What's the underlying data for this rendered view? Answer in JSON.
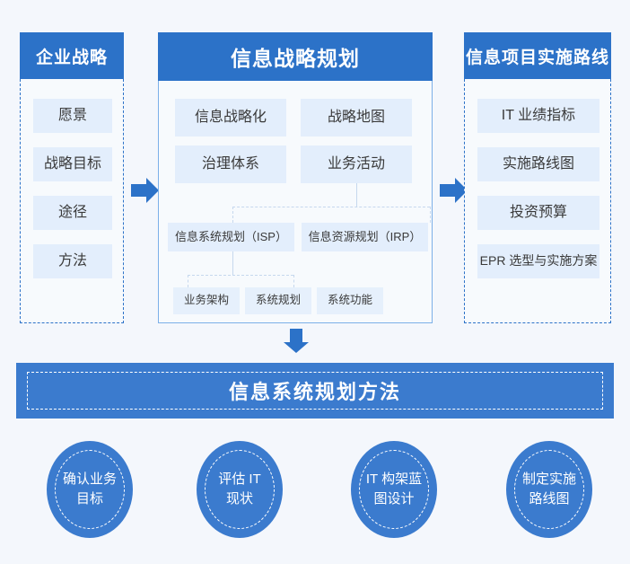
{
  "background_color": "#f4f7fc",
  "accent_color": "#2c72c8",
  "panel_header_color": "#2c72c8",
  "item_bg_color": "#e3eefc",
  "circle_color": "#3b7bce",
  "left_panel": {
    "title": "企业战略",
    "items": [
      {
        "label": "愿景"
      },
      {
        "label": "战略目标"
      },
      {
        "label": "途径"
      },
      {
        "label": "方法"
      }
    ]
  },
  "center_panel": {
    "title": "信息战略规划",
    "row1": [
      {
        "label": "信息战略化"
      },
      {
        "label": "战略地图"
      }
    ],
    "row2": [
      {
        "label": "治理体系"
      },
      {
        "label": "业务活动"
      }
    ],
    "row3": [
      {
        "label": "信息系统规划（ISP）"
      },
      {
        "label": "信息资源规划（IRP）"
      }
    ],
    "row4": [
      {
        "label": "业务架构"
      },
      {
        "label": "系统规划"
      },
      {
        "label": "系统功能"
      }
    ]
  },
  "right_panel": {
    "title": "信息项目实施路线",
    "items": [
      {
        "label": "IT 业绩指标"
      },
      {
        "label": "实施路线图"
      },
      {
        "label": "投资预算"
      },
      {
        "label": "EPR 选型与实施方案"
      }
    ]
  },
  "arrows": {
    "left_to_center": "arrow-right-icon",
    "center_to_right": "arrow-right-icon",
    "center_to_bottom": "arrow-down-icon"
  },
  "bottom_banner": {
    "title": "信息系统规划方法"
  },
  "steps": [
    {
      "label": "确认业务\n目标"
    },
    {
      "label": "评估 IT\n现状"
    },
    {
      "label": "IT 构架蓝\n图设计"
    },
    {
      "label": "制定实施\n路线图"
    }
  ]
}
